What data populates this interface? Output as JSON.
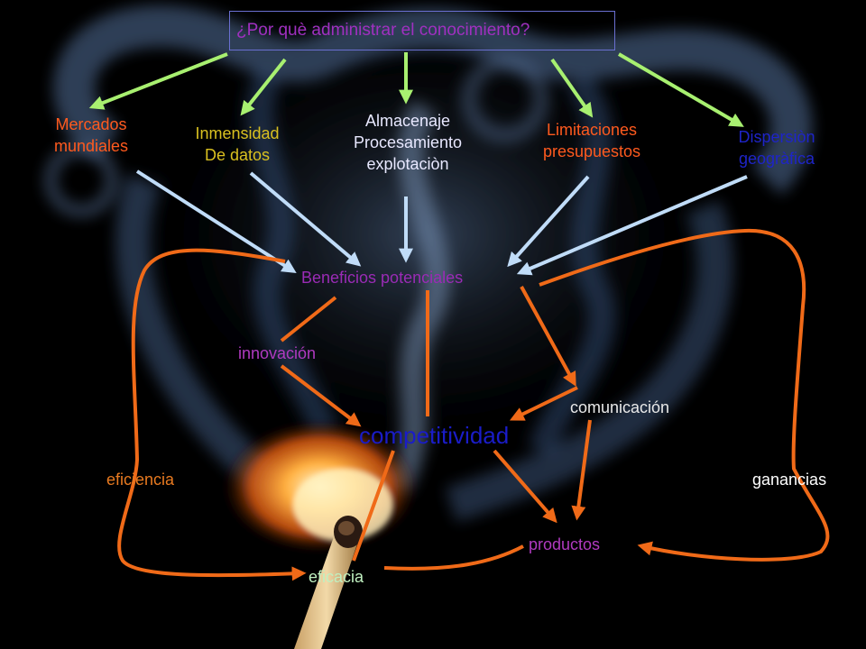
{
  "title": "¿Por què administrar el  conocimiento?",
  "nodes": {
    "mercados": [
      "Mercados",
      "mundiales"
    ],
    "inmensidad": [
      "Inmensidad",
      "De datos"
    ],
    "almacenaje": [
      "Almacenaje",
      "Procesamiento",
      "explotaciòn"
    ],
    "limitaciones": [
      "Limitaciones",
      "presupuestos"
    ],
    "dispersion": [
      "Dispersiòn",
      "geogràfica"
    ],
    "beneficios": "Beneficios potenciales",
    "innovacion": "innovación",
    "comunicacion": "comunicación",
    "competitividad": "competitividad",
    "eficiencia": "eficiencia",
    "ganancias": "ganancias",
    "productos": "productos",
    "eficacia": "eficacia"
  },
  "colors": {
    "title": "#a030c0",
    "mercados": "#ff5a1e",
    "inmensidad": "#d9c020",
    "almacenaje": "#e8e8ff",
    "limitaciones": "#ff5a1e",
    "dispersion": "#1e24c8",
    "beneficios": "#9a2bb5",
    "innovacion": "#b03ac0",
    "comunicacion": "#e8e8e8",
    "competitividad": "#1a1cc8",
    "eficiencia": "#e87a20",
    "ganancias": "#ffffff",
    "productos": "#b03ac0",
    "eficacia": "#c0f0c0",
    "green_arrows": "#a8f070",
    "blue_arrows": "#c0dcf8",
    "orange_arrows": "#f06a18"
  }
}
